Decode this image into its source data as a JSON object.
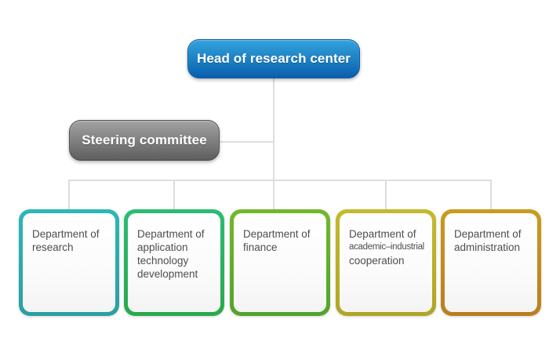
{
  "org_chart": {
    "connector_color": "#dedede",
    "text_color": "#4e4e4e",
    "root": {
      "label": "Head of research center",
      "bg_top": "#33a3db",
      "bg_bottom": "#0a5fae",
      "text_color": "#ffffff"
    },
    "committee": {
      "label": "Steering committee",
      "bg_top": "#a3a3a3",
      "bg_bottom": "#5e5e5e",
      "text_color": "#ffffff"
    },
    "departments": [
      {
        "name": "research",
        "lines": [
          "Department of",
          "research"
        ],
        "border_top": "#2cb8b6",
        "border_bottom": "#2a9fa1"
      },
      {
        "name": "application-technology-development",
        "lines": [
          "Department of",
          "application",
          "technology",
          "development"
        ],
        "border_top": "#2cbc74",
        "border_bottom": "#2aa94d"
      },
      {
        "name": "finance",
        "lines": [
          "Department of",
          "finance"
        ],
        "border_top": "#73b92a",
        "border_bottom": "#50a42b"
      },
      {
        "name": "academic-industrial-cooperation",
        "lines": [
          "Department of",
          "academic–industrial",
          "cooperation"
        ],
        "border_top": "#c4ba2d",
        "border_bottom": "#b0a526"
      },
      {
        "name": "administration",
        "lines": [
          "Department of",
          "administration"
        ],
        "border_top": "#c99c1f",
        "border_bottom": "#b97e22"
      }
    ]
  }
}
